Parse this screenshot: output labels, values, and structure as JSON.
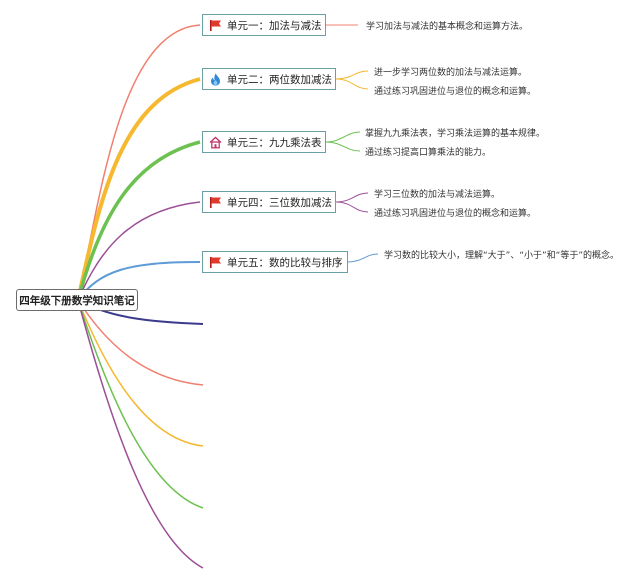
{
  "root": {
    "title": "四年级下册数学知识笔记"
  },
  "units": [
    {
      "title": "单元一：加法与减法",
      "icon": "red-flag-icon",
      "notes": [
        "学习加法与减法的基本概念和运算方法。"
      ]
    },
    {
      "title": "单元二：两位数加减法",
      "icon": "blue-flame-icon",
      "notes": [
        "进一步学习两位数的加法与减法运算。",
        "通过练习巩固进位与退位的概念和运算。"
      ]
    },
    {
      "title": "单元三：九九乘法表",
      "icon": "house-icon",
      "notes": [
        "掌握九九乘法表，学习乘法运算的基本规律。",
        "通过练习提高口算乘法的能力。"
      ]
    },
    {
      "title": "单元四：三位数加减法",
      "icon": "red-flag-icon",
      "notes": [
        "学习三位数的加法与减法运算。",
        "通过练习巩固进位与退位的概念和运算。"
      ]
    },
    {
      "title": "单元五：数的比较与排序",
      "icon": "red-flag-icon",
      "notes": [
        "学习数的比较大小，理解“大于”、“小于”和“等于”的概念。"
      ]
    }
  ],
  "colors": {
    "unit1": "#f08070",
    "unit2": "#f5b82e",
    "unit3": "#6cc150",
    "unit4": "#9b4f96",
    "unit5": "#5d9ad6",
    "empty_branches": [
      "#3c3a8c",
      "#f08070",
      "#f5b82e",
      "#6cc150",
      "#9b4f96"
    ]
  }
}
